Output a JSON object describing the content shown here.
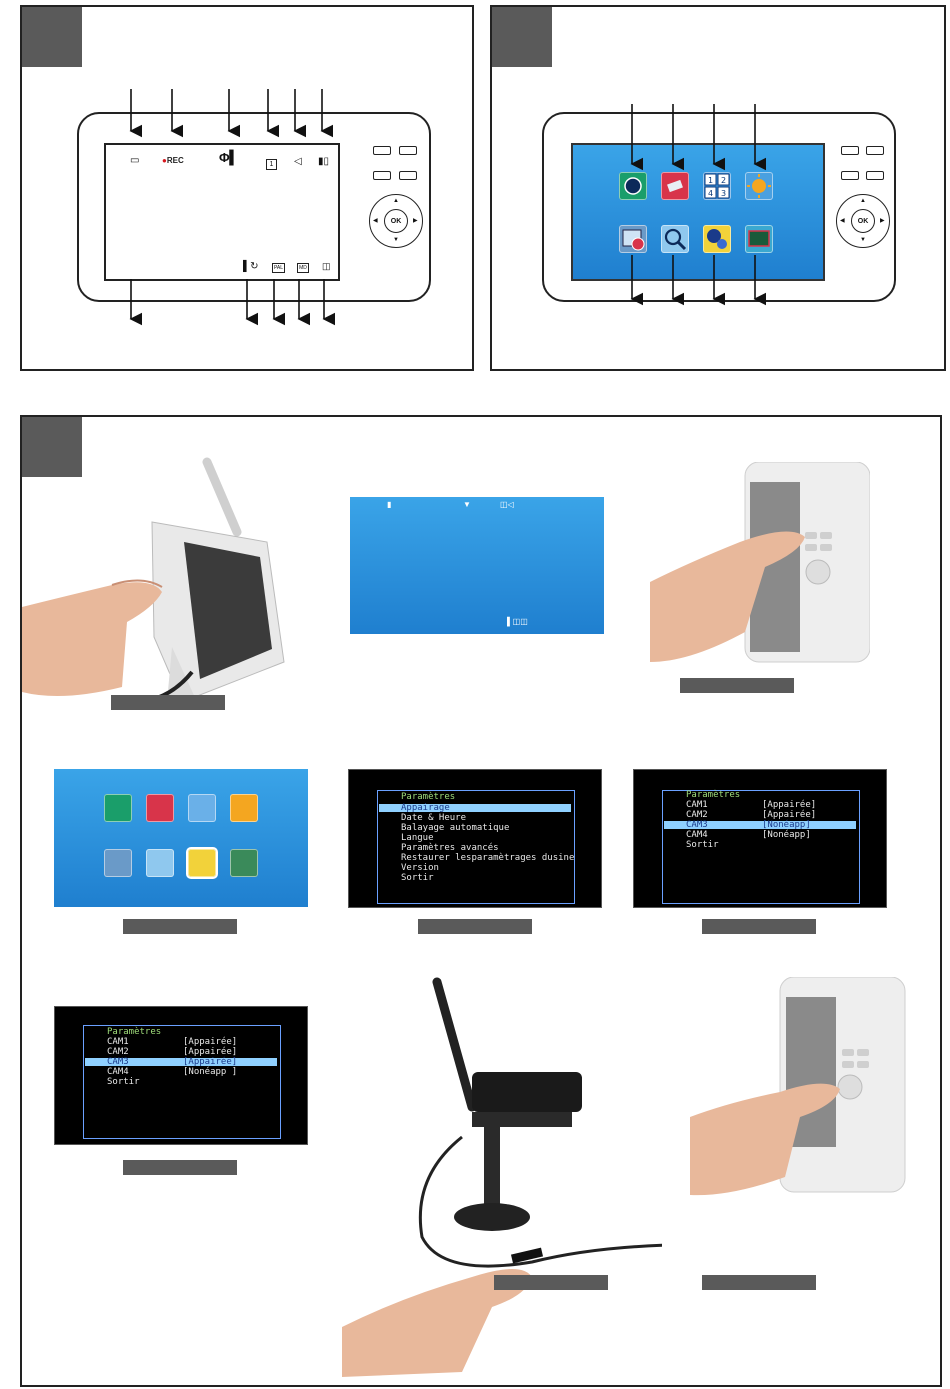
{
  "diagram_1": {
    "status_icons": {
      "sd_card": "sd-card-icon",
      "rec_label": "REC",
      "signal": "signal-strength-icon",
      "camera_channel": "1",
      "volume": "speaker-icon",
      "battery": "battery-icon"
    },
    "bottom_icons": {
      "scan": "scan-icon",
      "pal": "PAL",
      "md": "MD",
      "zoom": "zoom-icon"
    },
    "ok_label": "OK"
  },
  "diagram_2": {
    "ok_label": "OK",
    "menu_icon_names": [
      "playback-icon",
      "record-icon",
      "quad-view-icon",
      "brightness-icon",
      "schedule-icon",
      "zoom-search-icon",
      "settings-gears-icon",
      "tv-out-icon"
    ],
    "quad_numbers": [
      "1",
      "2",
      "4",
      "3"
    ]
  },
  "osd_menu_settings": {
    "title": "Paramètres",
    "items": [
      "Appairage",
      "Date & Heure",
      "Balayage automatique",
      "Langue",
      "Paramètres avancés",
      "Restaurer lesparamètrages dusine",
      "Version",
      "Sortir"
    ],
    "selected": 0
  },
  "osd_pairing_a": {
    "title": "Paramètres",
    "rows": [
      {
        "cam": "CAM1",
        "status": "[Appairée]"
      },
      {
        "cam": "CAM2",
        "status": "[Appairée]"
      },
      {
        "cam": "CAM3",
        "status": "[Nonéapp]"
      },
      {
        "cam": "CAM4",
        "status": "[Nonéapp]"
      }
    ],
    "exit": "Sortir",
    "selected": 2
  },
  "osd_pairing_b": {
    "title": "Paramètres",
    "rows": [
      {
        "cam": "CAM1",
        "status": "[Appairée]"
      },
      {
        "cam": "CAM2",
        "status": "[Appairée]"
      },
      {
        "cam": "CAM3",
        "status": "[Appairée]"
      },
      {
        "cam": "CAM4",
        "status": "[Nonéapp ]"
      }
    ],
    "exit": "Sortir",
    "selected": 2
  },
  "colors": {
    "tag_gray": "#5a5a5a",
    "screen_blue": "#2a8fdb",
    "rec_red": "#d8171e",
    "osd_highlight": "#8fd0ff",
    "osd_title_green": "#9fdc7a"
  }
}
